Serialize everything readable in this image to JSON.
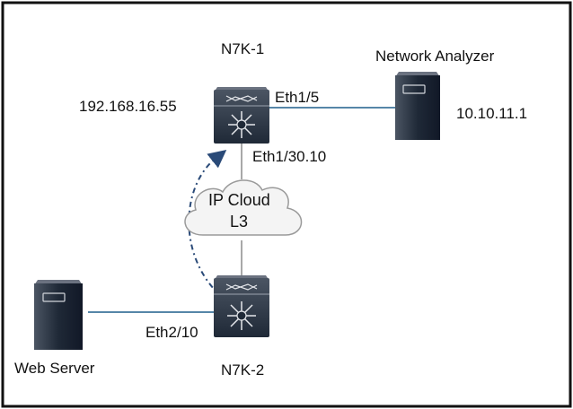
{
  "devices": {
    "n7k1": {
      "name": "N7K-1",
      "ip": "192.168.16.55"
    },
    "n7k2": {
      "name": "N7K-2"
    },
    "analyzer": {
      "name": "Network Analyzer",
      "ip": "10.10.11.1"
    },
    "webserver": {
      "name": "Web Server"
    }
  },
  "interfaces": {
    "n7k1_to_analyzer": "Eth1/5",
    "n7k1_to_cloud": "Eth1/30.10",
    "n7k2_to_webserver": "Eth2/10"
  },
  "cloud": {
    "line1": "IP Cloud",
    "line2": "L3"
  },
  "colors": {
    "frame": "#111111",
    "device_dark": "#1f2937",
    "device_mid": "#374151",
    "link_blue": "#1f5f8b",
    "link_gray": "#8a8a8a",
    "dashed_flow": "#2a4a78",
    "cloud_fill": "#f4f4f4",
    "cloud_stroke": "#9a9a9a"
  },
  "icons": {
    "switch": "nexus-switch-icon",
    "server": "server-icon",
    "cloud": "cloud-icon"
  }
}
